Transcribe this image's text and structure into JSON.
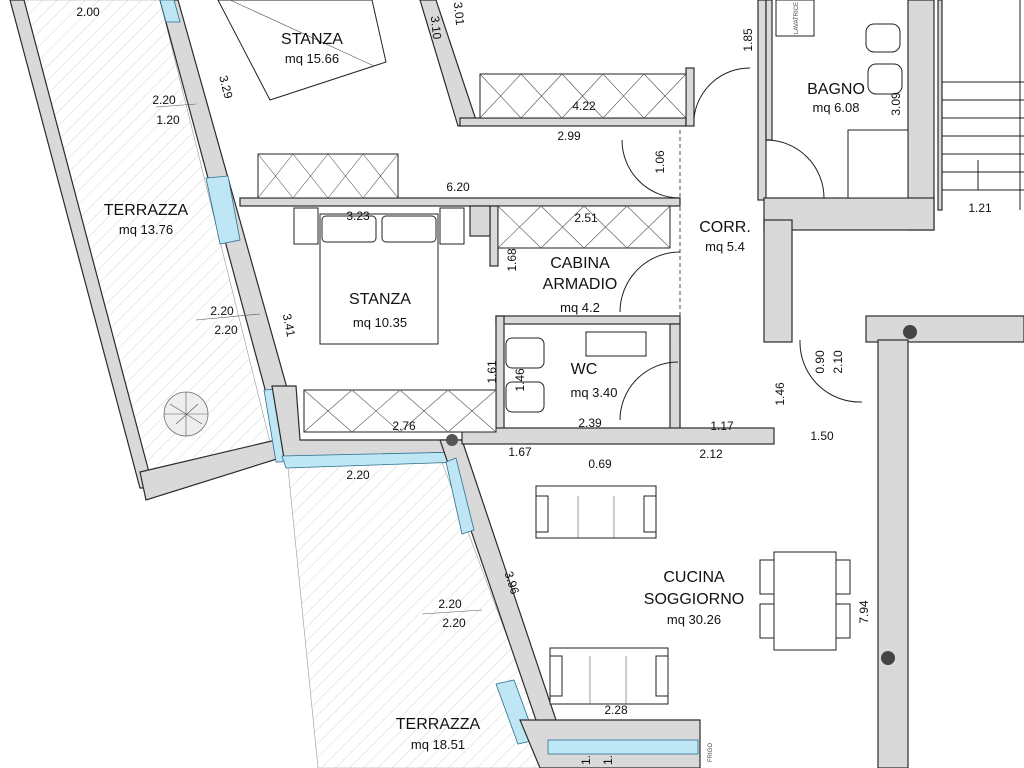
{
  "rooms": [
    {
      "name": "STANZA",
      "area": "mq 15.66"
    },
    {
      "name": "BAGNO",
      "area": "mq 6.08"
    },
    {
      "name": "TERRAZZA",
      "area": "mq 13.76"
    },
    {
      "name": "CORR.",
      "area": "mq 5.4"
    },
    {
      "name": "CABINA",
      "name2": "ARMADIO",
      "area": "mq 4.2"
    },
    {
      "name": "STANZA",
      "area": "mq 10.35"
    },
    {
      "name": "WC",
      "area": "mq 3.40"
    },
    {
      "name": "CUCINA",
      "name2": "SOGGIORNO",
      "area": "mq 30.26"
    },
    {
      "name": "TERRAZZA",
      "area": "mq 18.51"
    }
  ],
  "dimensions": [
    "2.00",
    "3.10",
    "3.01",
    "1.85",
    "3.29",
    "2.20",
    "1.20",
    "4.22",
    "2.99",
    "3.09",
    "1.06",
    "6.20",
    "1.21",
    "3.23",
    "2.51",
    "1.68",
    "2.20",
    "2.20",
    "3.41",
    "1.61",
    "1.46",
    "0.90",
    "2.10",
    "2.76",
    "2.39",
    "1.17",
    "1.46",
    "1.50",
    "1.67",
    "0.69",
    "2.12",
    "2.20",
    "3.96",
    "2.20",
    "2.20",
    "7.94",
    "2.28",
    "1.",
    "1."
  ],
  "labels": {
    "lavatrice": "LAVATRICE",
    "frigo": "FRIGO"
  }
}
